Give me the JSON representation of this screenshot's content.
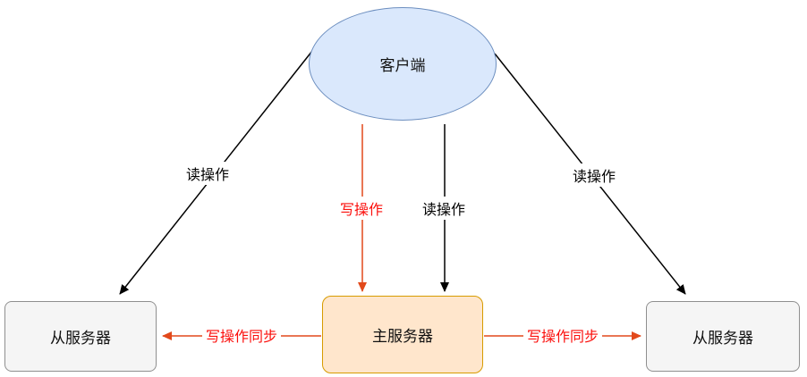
{
  "diagram": {
    "nodes": {
      "client": {
        "label": "客户端",
        "shape": "ellipse"
      },
      "master": {
        "label": "主服务器",
        "shape": "rounded-rect"
      },
      "slave_left": {
        "label": "从服务器",
        "shape": "rounded-rect"
      },
      "slave_right": {
        "label": "从服务器",
        "shape": "rounded-rect"
      }
    },
    "edges": {
      "client_to_slave_left": {
        "from": "client",
        "to": "slave_left",
        "label": "读操作",
        "color": "black"
      },
      "client_to_master_write": {
        "from": "client",
        "to": "master",
        "label": "写操作",
        "color": "red"
      },
      "client_to_master_read": {
        "from": "client",
        "to": "master",
        "label": "读操作",
        "color": "black"
      },
      "client_to_slave_right": {
        "from": "client",
        "to": "slave_right",
        "label": "读操作",
        "color": "black"
      },
      "master_to_slave_left": {
        "from": "master",
        "to": "slave_left",
        "label": "写操作同步",
        "color": "red"
      },
      "master_to_slave_right": {
        "from": "master",
        "to": "slave_right",
        "label": "写操作同步",
        "color": "red"
      }
    },
    "colors": {
      "client_fill": "#dae8fc",
      "client_stroke": "#6c8ebf",
      "master_fill": "#ffe6cc",
      "master_stroke": "#d79b00",
      "slave_fill": "#f5f5f5",
      "slave_stroke": "#8f8f8f",
      "black_edge": "#000000",
      "red_edge": "#e2491b",
      "red_text": "#fb0f0c"
    }
  }
}
